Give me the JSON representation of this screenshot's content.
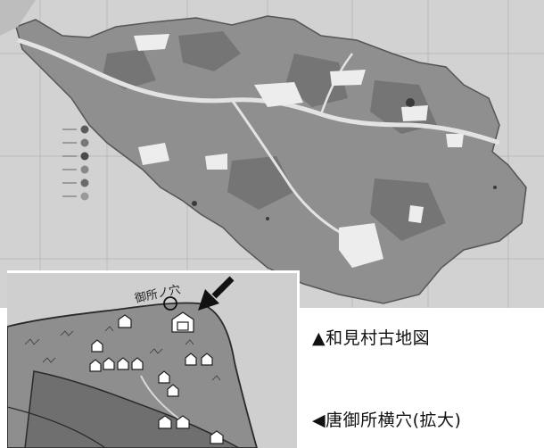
{
  "captions": {
    "main_map": "▲和見村古地図",
    "inset_map": "◀唐御所横穴(拡大)"
  },
  "inset": {
    "handwritten_label": "御所ノ穴"
  },
  "colors": {
    "paper": "#cfcfcf",
    "land": "#8f8f8f",
    "land_dark": "#707070",
    "river": "#e9e9e9",
    "ink": "#2a2a2a",
    "arrow": "#111111"
  },
  "icons": {
    "inset_pointer": "arrow-down-left-icon",
    "houses": "house-icon"
  }
}
